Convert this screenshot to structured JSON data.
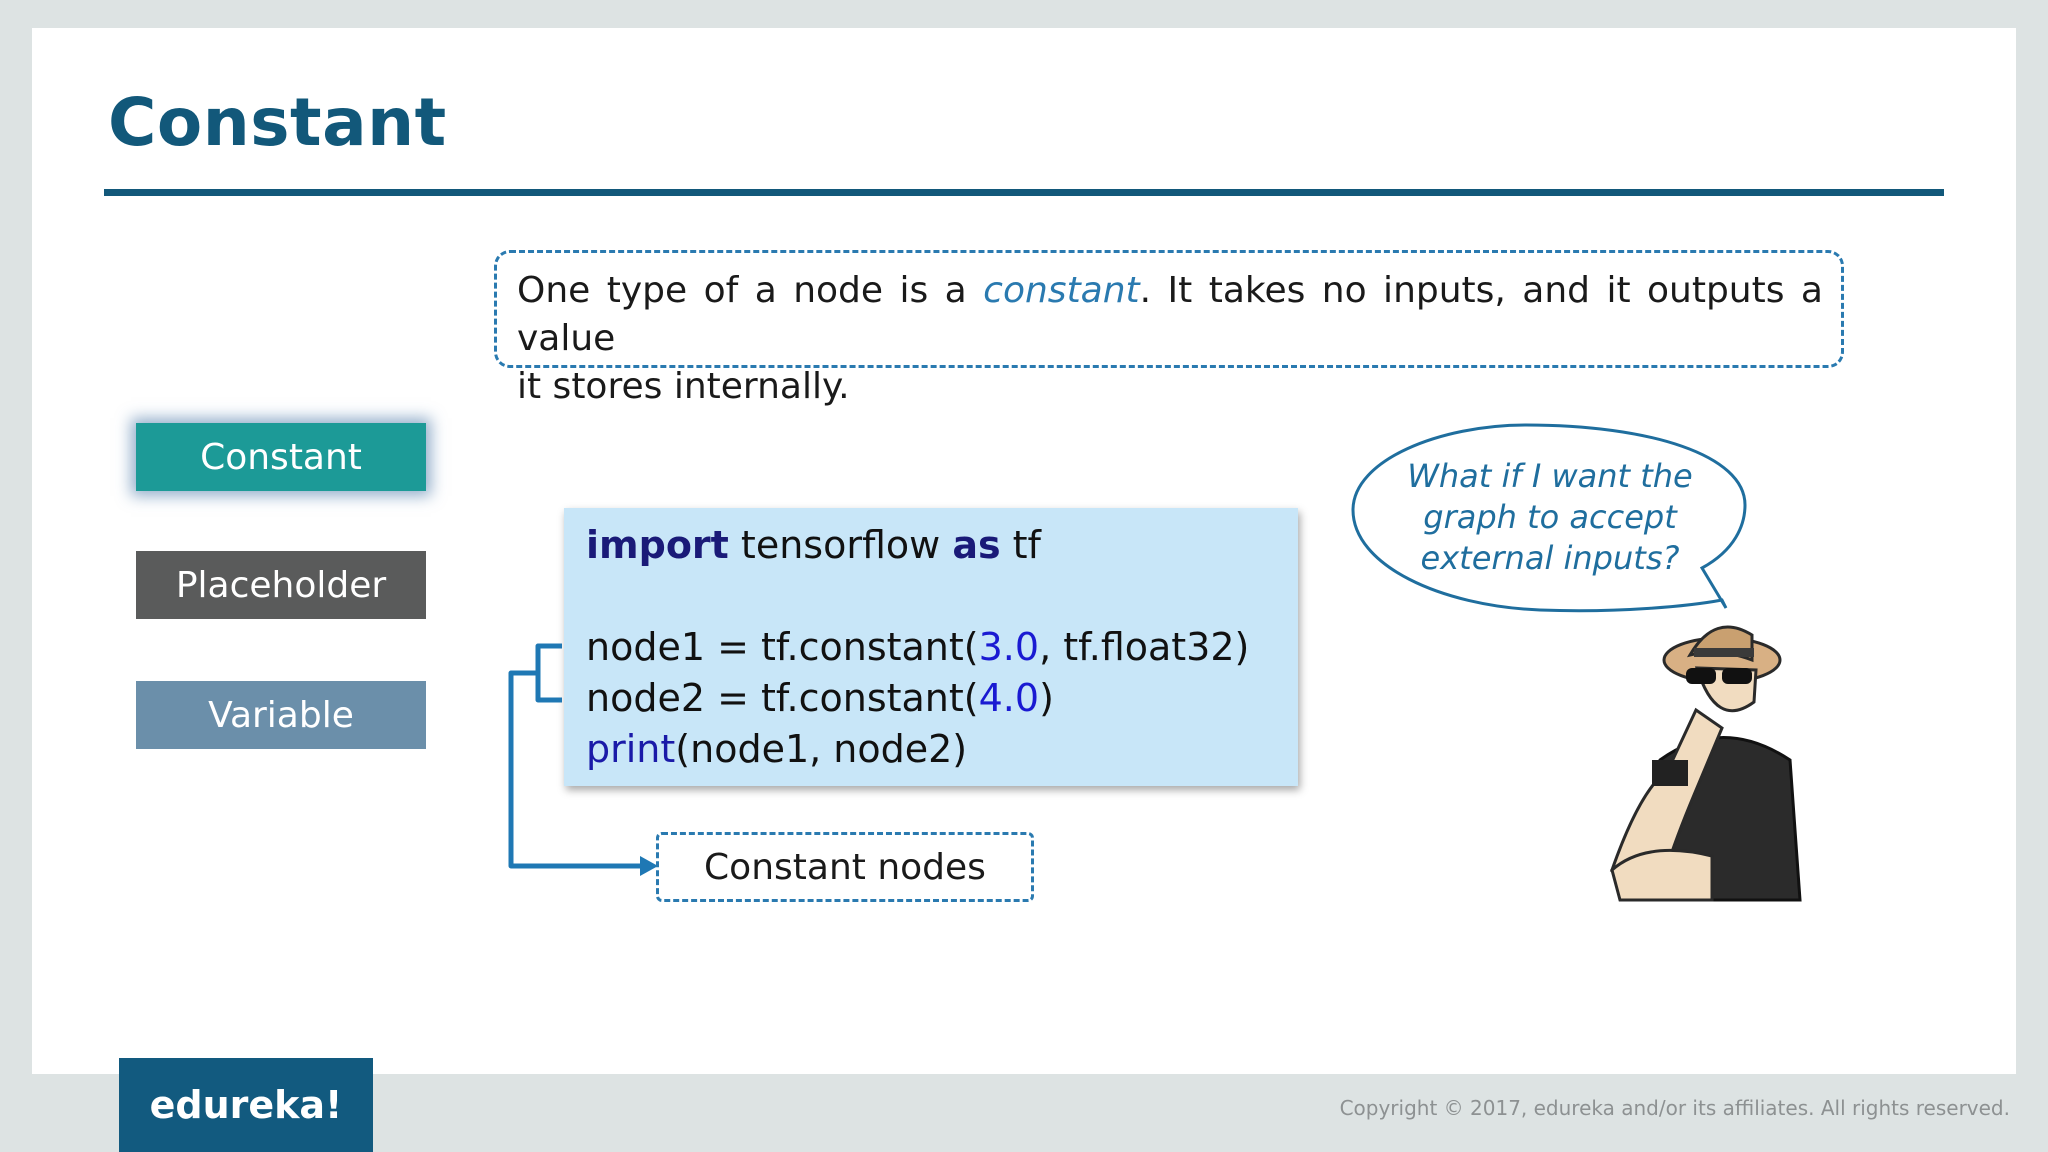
{
  "slide": {
    "title": "Constant",
    "description": {
      "line1_before": "One type of a node is a ",
      "line1_emph": "constant",
      "line1_after": ". It takes no inputs, and it outputs a value",
      "line2": "it stores internally."
    },
    "nav": {
      "constant": "Constant",
      "placeholder": "Placeholder",
      "variable": "Variable"
    },
    "code": {
      "l1_kw1": "import",
      "l1_mod": " tensorflow ",
      "l1_kw2": "as",
      "l1_alias": " tf",
      "l3_pre": "node1 = tf.constant(",
      "l3_num": "3.0",
      "l3_post": ", tf.float32)",
      "l4_pre": "node2 = tf.constant(",
      "l4_num": "4.0",
      "l4_post": ")",
      "l5_fn": "print",
      "l5_args": "(node1, node2)"
    },
    "callout_label": "Constant nodes",
    "speech_bubble": [
      "What if I want the",
      "graph to accept",
      "external inputs?"
    ]
  },
  "footer": {
    "logo": "edureka!",
    "copyright": "Copyright © 2017, edureka and/or its affiliates. All rights reserved."
  },
  "colors": {
    "title": "#12587a",
    "accent_blue": "#2a7ab0",
    "constant_btn": "#1c9a97",
    "placeholder_btn": "#5a5b5b",
    "variable_btn": "#6b8faa",
    "code_bg": "#c8e6f8"
  }
}
